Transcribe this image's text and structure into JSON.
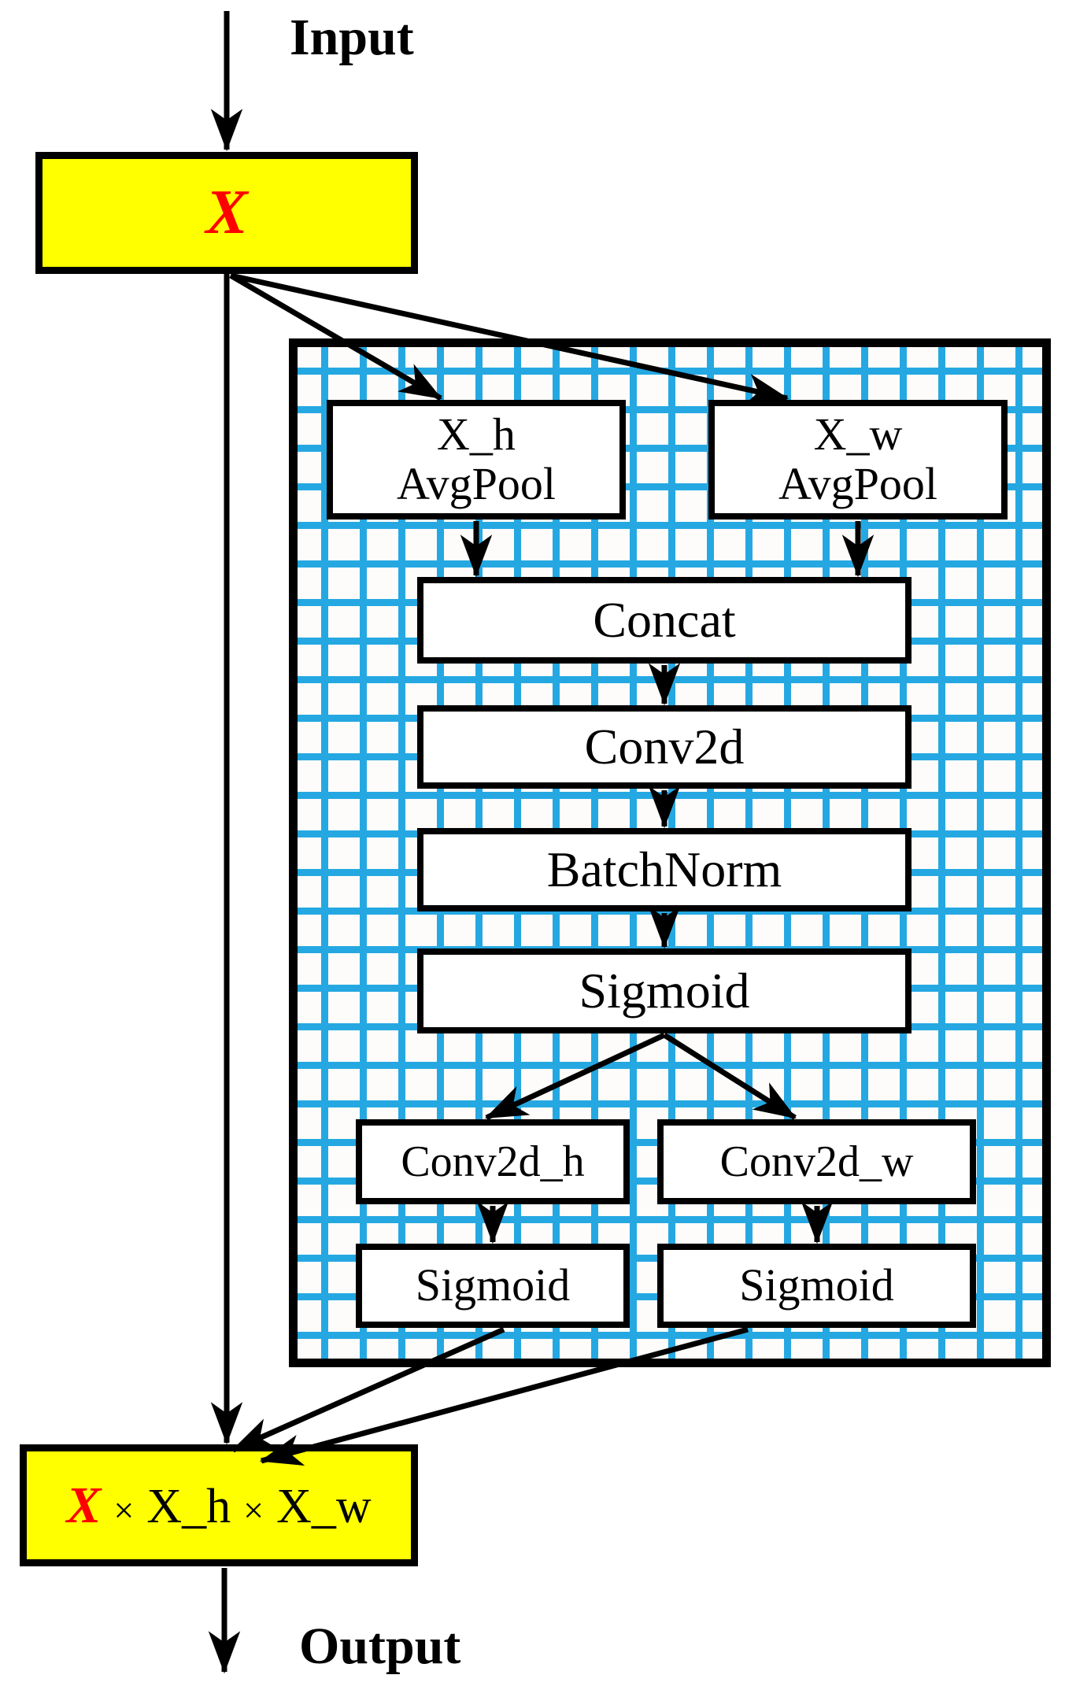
{
  "diagram": {
    "title_hint": "coordinate-attention-block-flowchart",
    "input_label": "Input",
    "output_label": "Output",
    "x_block": {
      "label": "X"
    },
    "branch_blocks": {
      "xh_avgpool": {
        "line1": "X_h",
        "line2": "AvgPool"
      },
      "xw_avgpool": {
        "line1": "X_w",
        "line2": "AvgPool"
      }
    },
    "pipeline_blocks": {
      "concat": "Concat",
      "conv2d": "Conv2d",
      "batchnorm": "BatchNorm",
      "sigmoid": "Sigmoid"
    },
    "split_blocks": {
      "conv2d_h": "Conv2d_h",
      "conv2d_w": "Conv2d_w",
      "sigmoid_h": "Sigmoid",
      "sigmoid_w": "Sigmoid"
    },
    "output_block": {
      "x": "X",
      "times1": "×",
      "xh": "X_h",
      "times2": "×",
      "xw": "X_w"
    },
    "colors": {
      "highlight_fill": "#ffff00",
      "x_text": "#fe0000",
      "grid_line": "#25a8e2",
      "line": "#000000",
      "box_fill": "#ffffff"
    }
  }
}
